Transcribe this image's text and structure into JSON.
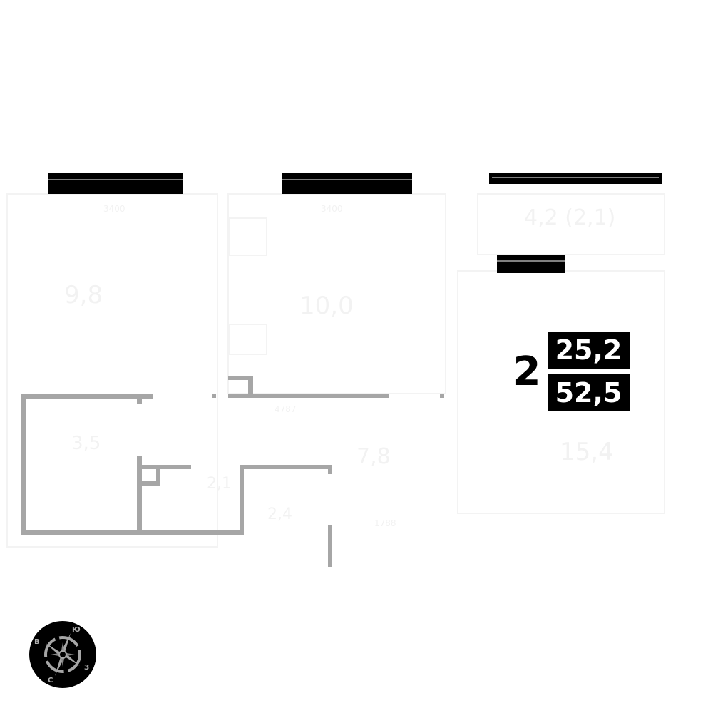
{
  "apartment": {
    "rooms_count": "2",
    "living_area": "25,2",
    "total_area": "52,5"
  },
  "room_areas": [
    "9,8",
    "10,0",
    "3,5",
    "2,1",
    "2,4",
    "7,8",
    "15,4",
    "4,2 (2,1)"
  ],
  "dimensions": [
    "3400",
    "3400",
    "4787",
    "1788"
  ],
  "compass": {
    "north": "С",
    "south": "Ю",
    "east": "В",
    "west": "З"
  },
  "colors": {
    "wall": "#a6a6a6",
    "window": "#000000",
    "badge": "#000000"
  }
}
